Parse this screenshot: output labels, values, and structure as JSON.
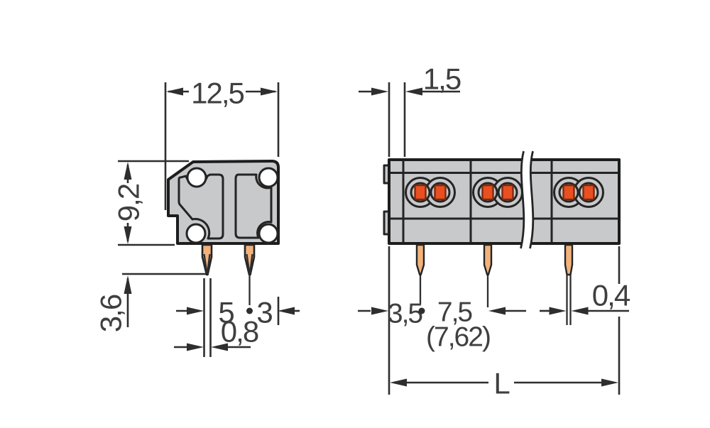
{
  "drawing": {
    "type": "technical-dimension-drawing",
    "component": "pcb-terminal-block",
    "side_view": {
      "dims": {
        "overall_width": "12,5",
        "overall_height": "9,2",
        "pin_length": "3,6",
        "pin_spacing": "5",
        "pin_to_edge": "3",
        "pin_width": "0,8"
      }
    },
    "front_view": {
      "dims": {
        "end_wall": "1,5",
        "first_pole_offset": "3,5",
        "pole_pitch": "7,5",
        "pole_pitch_alt": "(7,62)",
        "pin_thickness": "0,4",
        "total_length": "L"
      }
    },
    "colors": {
      "housing_gray": "#c7c9cb",
      "pin_copper": "#f2b27c",
      "pushbutton_orange": "#ea4f22",
      "line": "#2e2e2e",
      "background": "#ffffff"
    }
  }
}
